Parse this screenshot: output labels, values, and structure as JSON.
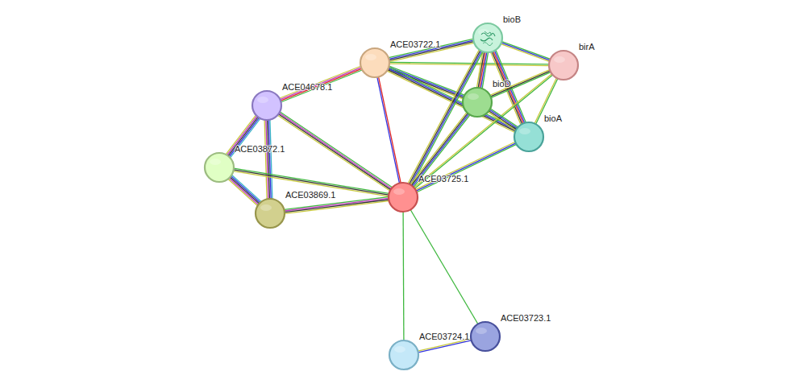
{
  "diagram": {
    "nodes": [
      {
        "text": [
          "bioB"
        ]
      },
      {
        "text": [
          "ACE03722.1"
        ]
      },
      {
        "text": [
          "birA"
        ]
      },
      {
        "text": [
          "bioD"
        ]
      },
      {
        "text": [
          "ACE04678.1"
        ]
      },
      {
        "text": [
          "bioA"
        ]
      },
      {
        "text": [
          "ACE03872.1"
        ]
      },
      {
        "text": [
          "ACE03725.1"
        ]
      },
      {
        "text": [
          "ACE03869.1"
        ]
      },
      {
        "text": [
          "ACE03723.1"
        ]
      },
      {
        "text": [
          "ACE03724.1"
        ]
      }
    ],
    "edges": [
      {
        "from": 1,
        "to": 0,
        "arrow": "none"
      },
      {
        "from": 1,
        "to": 2,
        "arrow": "none"
      },
      {
        "from": 1,
        "to": 3,
        "arrow": "none"
      },
      {
        "from": 1,
        "to": 5,
        "arrow": "none"
      },
      {
        "from": 1,
        "to": 7,
        "arrow": "none"
      },
      {
        "from": 1,
        "to": 4,
        "arrow": "none"
      },
      {
        "from": 0,
        "to": 2,
        "arrow": "none"
      },
      {
        "from": 0,
        "to": 3,
        "arrow": "none"
      },
      {
        "from": 0,
        "to": 5,
        "arrow": "none"
      },
      {
        "from": 0,
        "to": 7,
        "arrow": "none"
      },
      {
        "from": 2,
        "to": 3,
        "arrow": "none"
      },
      {
        "from": 2,
        "to": 5,
        "arrow": "none"
      },
      {
        "from": 2,
        "to": 7,
        "arrow": "none"
      },
      {
        "from": 3,
        "to": 5,
        "arrow": "none"
      },
      {
        "from": 3,
        "to": 7,
        "arrow": "none"
      },
      {
        "from": 5,
        "to": 7,
        "arrow": "none"
      },
      {
        "from": 4,
        "to": 6,
        "arrow": "none"
      },
      {
        "from": 4,
        "to": 8,
        "arrow": "none"
      },
      {
        "from": 4,
        "to": 7,
        "arrow": "none"
      },
      {
        "from": 6,
        "to": 8,
        "arrow": "none"
      },
      {
        "from": 6,
        "to": 7,
        "arrow": "none"
      },
      {
        "from": 8,
        "to": 7,
        "arrow": "none"
      },
      {
        "from": 7,
        "to": 10,
        "arrow": "none"
      },
      {
        "from": 7,
        "to": 9,
        "arrow": "none"
      },
      {
        "from": 9,
        "to": 10,
        "arrow": "none"
      }
    ]
  }
}
